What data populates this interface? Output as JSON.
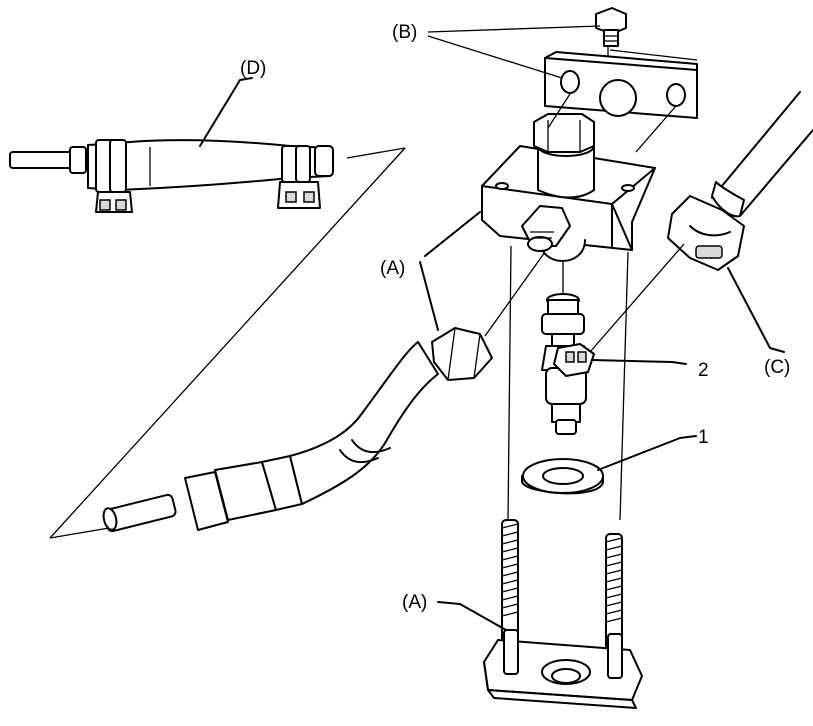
{
  "labels": {
    "B": "(B)",
    "D": "(D)",
    "A_upper": "(A)",
    "A_lower": "(A)",
    "C": "(C)",
    "n1": "1",
    "n2": "2"
  },
  "parts": [
    {
      "id": "fuel-injector",
      "callout": "2"
    },
    {
      "id": "o-ring-seal",
      "callout": "1"
    },
    {
      "id": "injector-holder-bolts",
      "callout": "(A)"
    },
    {
      "id": "retainer-plate-bolt",
      "callout": "(B)"
    },
    {
      "id": "injector-connector",
      "callout": "(C)"
    },
    {
      "id": "fuel-hose-with-clamps",
      "callout": "(D)"
    }
  ]
}
